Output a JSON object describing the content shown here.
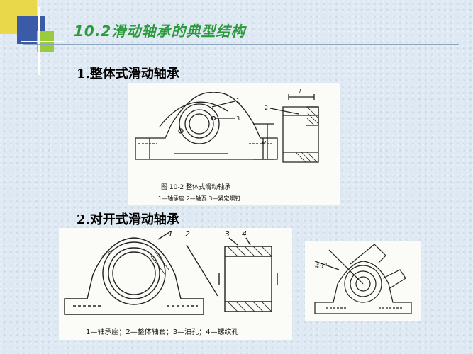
{
  "slide": {
    "title": "10.2滑动轴承的典型结构",
    "section1": "1.整体式滑动轴承",
    "section2": "2.对开式滑动轴承"
  },
  "figure1": {
    "caption_main": "图 10-2    整体式滑动轴承",
    "caption_legend": "1—轴承座    2—轴瓦    3—紧定螺钉",
    "labels": [
      "1",
      "2",
      "3",
      "l",
      "H"
    ]
  },
  "figure2": {
    "caption_legend": "1—轴承座；2—整体轴套；3—油孔；4—螺纹孔",
    "labels": [
      "1",
      "2",
      "3",
      "4"
    ]
  },
  "figure3": {
    "angle_label": "45°"
  },
  "colors": {
    "title": "#2a9a3a",
    "deco_yellow": "#e9d94a",
    "deco_blue": "#3b5aa8",
    "deco_green": "#9acb3d",
    "background": "#dfe9f3"
  }
}
